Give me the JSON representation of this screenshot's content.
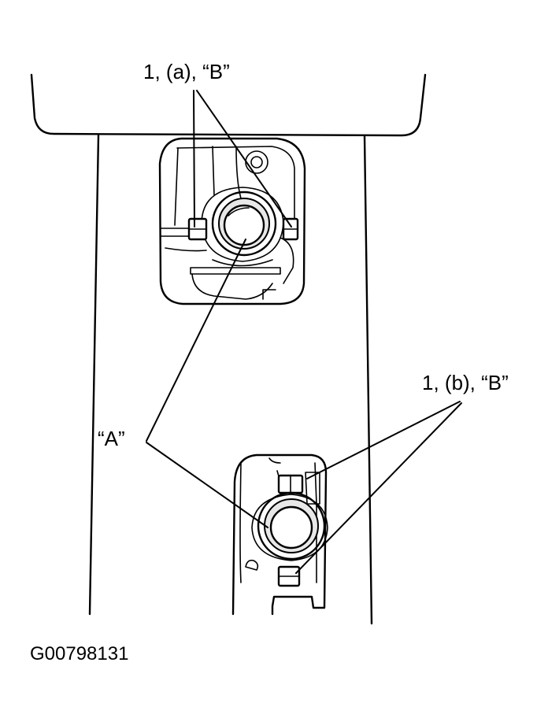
{
  "labels": {
    "upper_callout": "1, (a), “B”",
    "lower_callout": "1, (b), “B”",
    "shaft_callout": "“A”",
    "figure_code": "G00798131"
  }
}
